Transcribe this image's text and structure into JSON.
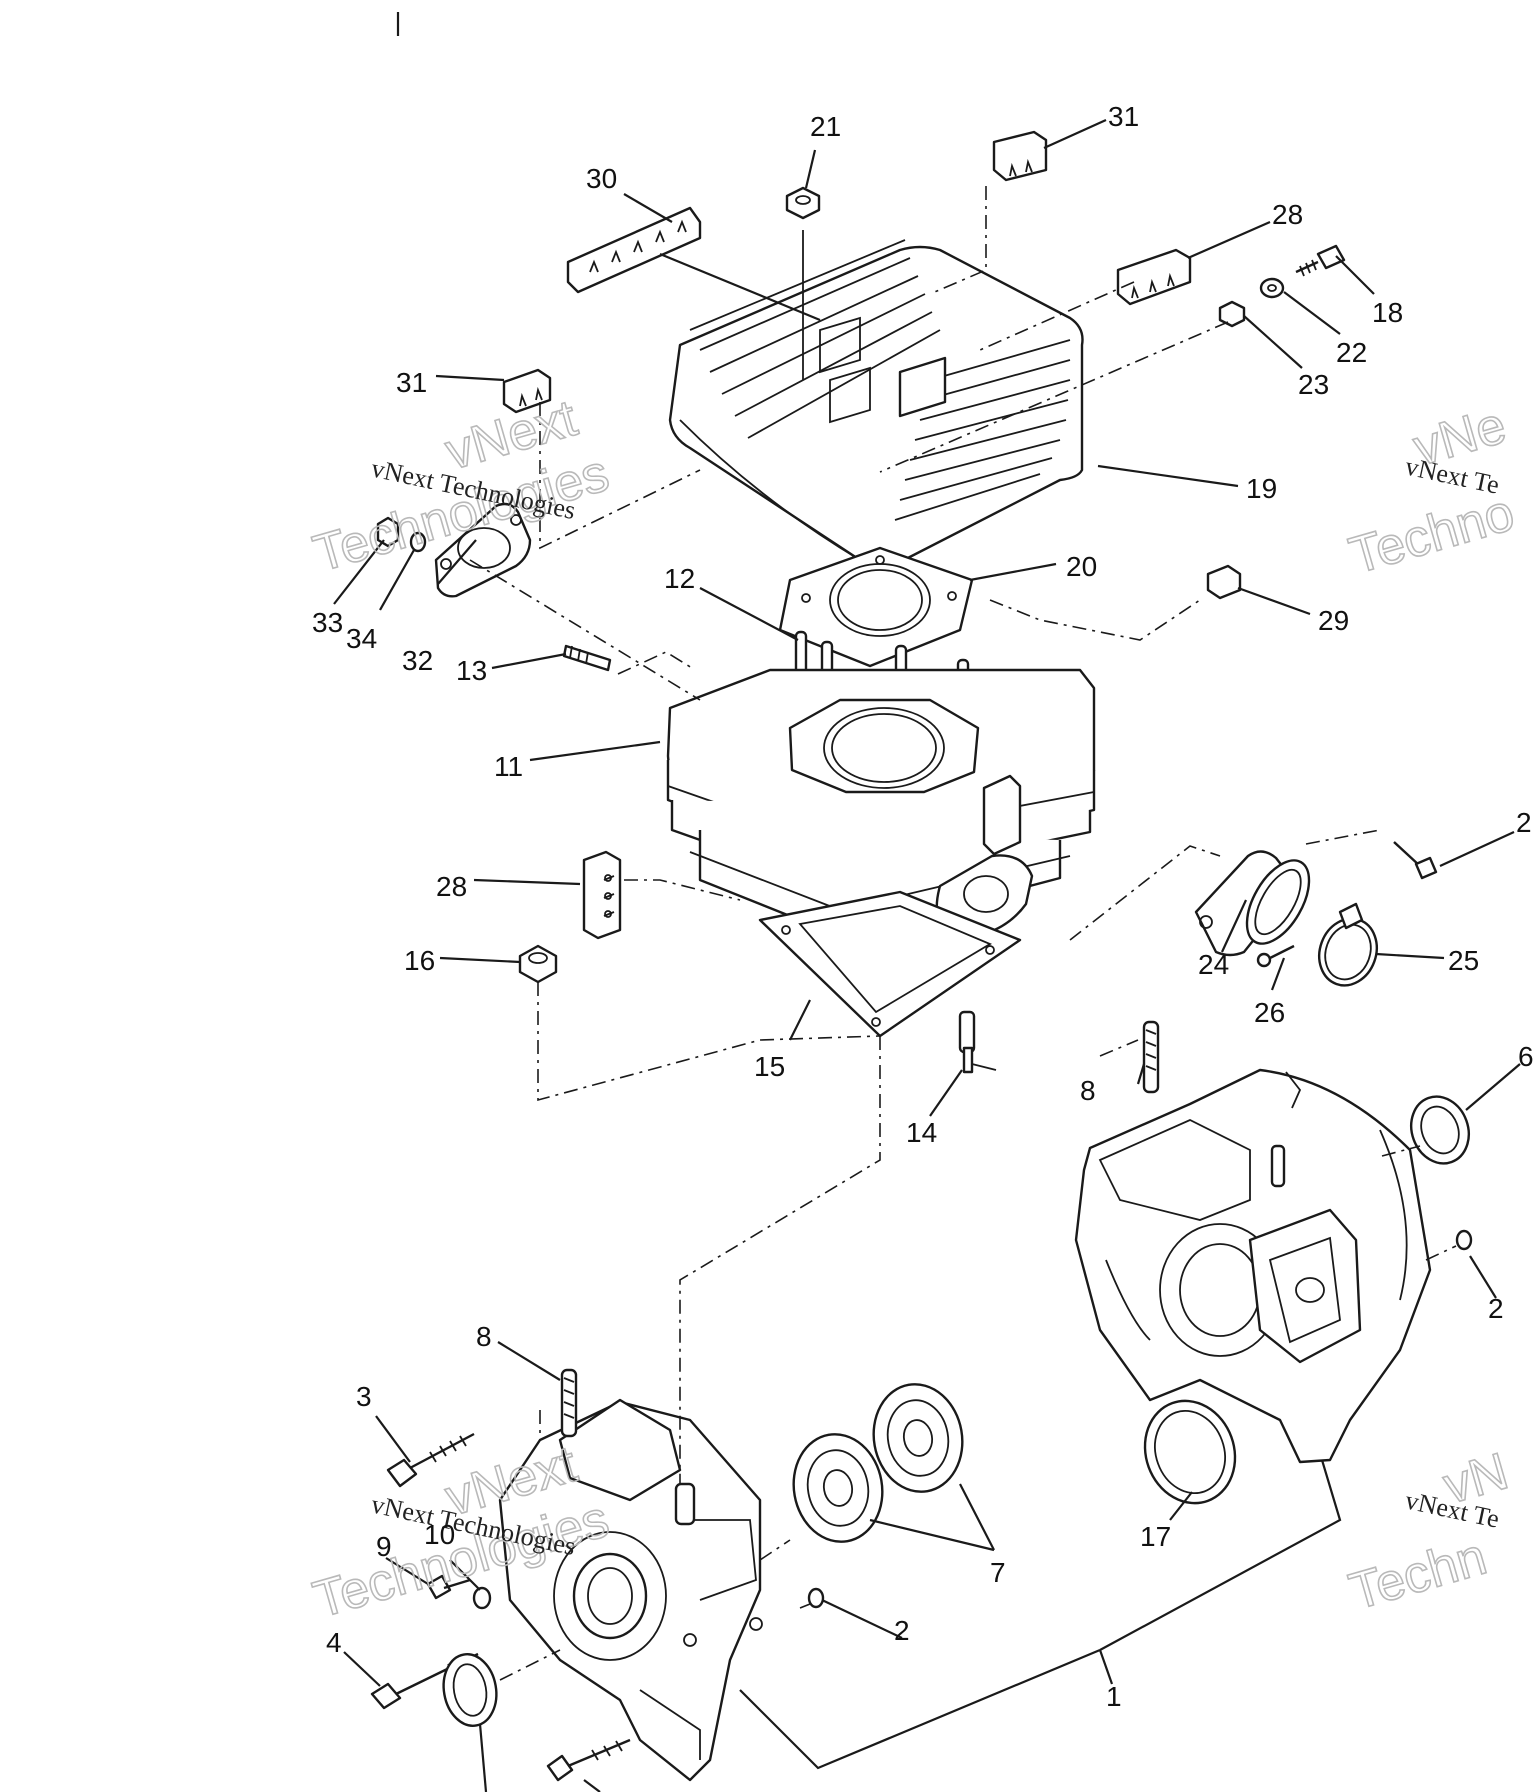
{
  "callouts": {
    "c1": "1",
    "c2a": "2",
    "c2b": "2",
    "c3": "3",
    "c4": "4",
    "c6": "6",
    "c7": "7",
    "c8a": "8",
    "c8b": "8",
    "c9": "9",
    "c10": "10",
    "c11": "11",
    "c12": "12",
    "c13": "13",
    "c14": "14",
    "c15": "15",
    "c16": "16",
    "c17": "17",
    "c18": "18",
    "c19": "19",
    "c20": "20",
    "c21": "21",
    "c22": "22",
    "c23": "23",
    "c24": "24",
    "c25": "25",
    "c26": "26",
    "c27": "2",
    "c28a": "28",
    "c28b": "28",
    "c29": "29",
    "c30": "30",
    "c31a": "31",
    "c31b": "31",
    "c32": "32",
    "c33": "33",
    "c34": "34"
  },
  "watermark": {
    "small": "vNext Technologies",
    "large_top": "vNext",
    "large_bottom": "Technologies",
    "right_small_top": "vNext Te",
    "right_large_top": "vNe",
    "right_large_bottom": "Techno",
    "right_small_bottom": "vNext Te",
    "right_large_top2": "vN",
    "right_large_bottom2": "Techn"
  },
  "colors": {
    "ink": "#1a1a1a",
    "watermark": "#b9b9b9"
  }
}
